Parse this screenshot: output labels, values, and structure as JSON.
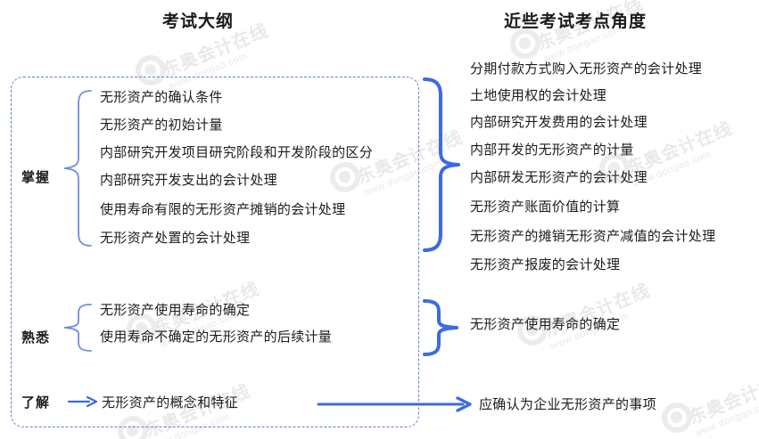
{
  "headers": {
    "left": "考试大纲",
    "right": "近些考试考点角度"
  },
  "watermark": {
    "cn": "东奥会计在线",
    "url": "www.dongao.com"
  },
  "colors": {
    "brace_strong": "#3b6ae1",
    "brace_light": "#6f8fd8",
    "dashed_border": "#5b7fd4",
    "arrow": "#3b6ae1",
    "text": "#1c1c1c",
    "header_text": "#1a1a1a",
    "watermark": "#e9e9e9"
  },
  "outline": {
    "groups": [
      {
        "label": "掌握",
        "items": [
          "无形资产的确认条件",
          "无形资产的初始计量",
          "内部研究开发项目研究阶段和开发阶段的区分",
          "内部研究开发支出的会计处理",
          "使用寿命有限的无形资产摊销的会计处理",
          "无形资产处置的会计处理"
        ]
      },
      {
        "label": "熟悉",
        "items": [
          "无形资产使用寿命的确定",
          "使用寿命不确定的无形资产的后续计量"
        ]
      },
      {
        "label": "了解",
        "items": [
          "无形资产的概念和特征"
        ]
      }
    ]
  },
  "exam_points": {
    "group1": [
      "分期付款方式购入无形资产的会计处理",
      "土地使用权的会计处理",
      "内部研究开发费用的会计处理",
      "内部开发的无形资产的计量",
      "内部研发无形资产的会计处理",
      "无形资产账面价值的计算",
      "无形资产的摊销无形资产减值的会计处理",
      "无形资产报废的会计处理"
    ],
    "group2": [
      "无形资产使用寿命的确定"
    ],
    "group3": [
      "应确认为企业无形资产的事项"
    ]
  }
}
